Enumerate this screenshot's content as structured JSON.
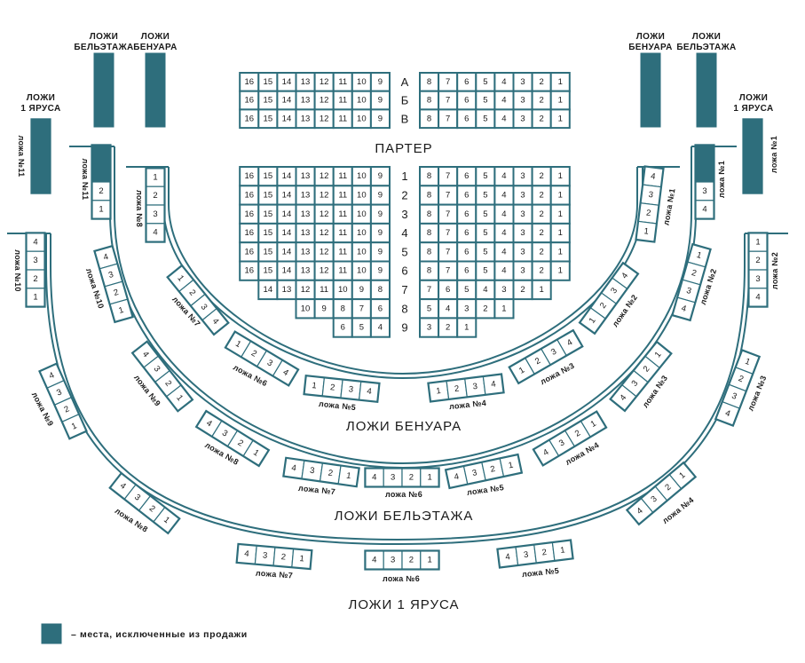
{
  "colors": {
    "accent": "#2e6e7c",
    "excluded": "#2e6e7c"
  },
  "headings": {
    "belletage_left": {
      "line1": "ЛОЖИ",
      "line2": "БЕЛЬЭТАЖА"
    },
    "benoir_left": {
      "line1": "ЛОЖИ",
      "line2": "БЕНУАРА"
    },
    "benoir_right": {
      "line1": "ЛОЖИ",
      "line2": "БЕНУАРА"
    },
    "belletage_right": {
      "line1": "ЛОЖИ",
      "line2": "БЕЛЬЭТАЖА"
    },
    "tier1_left": {
      "line1": "ЛОЖИ",
      "line2": "1 ЯРУСА"
    },
    "tier1_right": {
      "line1": "ЛОЖИ",
      "line2": "1 ЯРУСА"
    }
  },
  "sections": {
    "parter": "ПАРТЕР",
    "benoir": "ЛОЖИ БЕНУАРА",
    "belletage": "ЛОЖИ БЕЛЬЭТАЖА",
    "tier1": "ЛОЖИ 1 ЯРУСА"
  },
  "parter": {
    "front_rows": [
      {
        "label": "А",
        "left": [
          "16",
          "15",
          "14",
          "13",
          "12",
          "11",
          "10",
          "9"
        ],
        "right": [
          "8",
          "7",
          "6",
          "5",
          "4",
          "3",
          "2",
          "1"
        ]
      },
      {
        "label": "Б",
        "left": [
          "16",
          "15",
          "14",
          "13",
          "12",
          "11",
          "10",
          "9"
        ],
        "right": [
          "8",
          "7",
          "6",
          "5",
          "4",
          "3",
          "2",
          "1"
        ]
      },
      {
        "label": "В",
        "left": [
          "16",
          "15",
          "14",
          "13",
          "12",
          "11",
          "10",
          "9"
        ],
        "right": [
          "8",
          "7",
          "6",
          "5",
          "4",
          "3",
          "2",
          "1"
        ]
      }
    ],
    "rows": [
      {
        "label": "1",
        "left": [
          "16",
          "15",
          "14",
          "13",
          "12",
          "11",
          "10",
          "9"
        ],
        "right": [
          "8",
          "7",
          "6",
          "5",
          "4",
          "3",
          "2",
          "1"
        ]
      },
      {
        "label": "2",
        "left": [
          "16",
          "15",
          "14",
          "13",
          "12",
          "11",
          "10",
          "9"
        ],
        "right": [
          "8",
          "7",
          "6",
          "5",
          "4",
          "3",
          "2",
          "1"
        ]
      },
      {
        "label": "3",
        "left": [
          "16",
          "15",
          "14",
          "13",
          "12",
          "11",
          "10",
          "9"
        ],
        "right": [
          "8",
          "7",
          "6",
          "5",
          "4",
          "3",
          "2",
          "1"
        ]
      },
      {
        "label": "4",
        "left": [
          "16",
          "15",
          "14",
          "13",
          "12",
          "11",
          "10",
          "9"
        ],
        "right": [
          "8",
          "7",
          "6",
          "5",
          "4",
          "3",
          "2",
          "1"
        ]
      },
      {
        "label": "5",
        "left": [
          "16",
          "15",
          "14",
          "13",
          "12",
          "11",
          "10",
          "9"
        ],
        "right": [
          "8",
          "7",
          "6",
          "5",
          "4",
          "3",
          "2",
          "1"
        ]
      },
      {
        "label": "6",
        "left": [
          "16",
          "15",
          "14",
          "13",
          "12",
          "11",
          "10",
          "9"
        ],
        "right": [
          "8",
          "7",
          "6",
          "5",
          "4",
          "3",
          "2",
          "1"
        ]
      },
      {
        "label": "7",
        "left": [
          "14",
          "13",
          "12",
          "11",
          "10",
          "9",
          "8"
        ],
        "right": [
          "7",
          "6",
          "5",
          "4",
          "3",
          "2",
          "1"
        ]
      },
      {
        "label": "8",
        "left": [
          "10",
          "9",
          "8",
          "7",
          "6"
        ],
        "right": [
          "5",
          "4",
          "3",
          "2",
          "1"
        ]
      },
      {
        "label": "9",
        "left": [
          "6",
          "5",
          "4"
        ],
        "right": [
          "3",
          "2",
          "1"
        ]
      }
    ]
  },
  "boxes": {
    "benoir": [
      {
        "label": "ложа №8",
        "excluded": 0,
        "seats": [
          "1",
          "2",
          "3",
          "4"
        ]
      },
      {
        "label": "ложа №7",
        "excluded": 0,
        "seats": [
          "1",
          "2",
          "3",
          "4"
        ]
      },
      {
        "label": "ложа №6",
        "excluded": 0,
        "seats": [
          "1",
          "2",
          "3",
          "4"
        ]
      },
      {
        "label": "ложа №5",
        "excluded": 0,
        "seats": [
          "1",
          "2",
          "3",
          "4"
        ]
      },
      {
        "label": "ложа №4",
        "excluded": 0,
        "seats": [
          "1",
          "2",
          "3",
          "4"
        ]
      },
      {
        "label": "ложа №3",
        "excluded": 0,
        "seats": [
          "1",
          "2",
          "3",
          "4"
        ]
      },
      {
        "label": "ложа №2",
        "excluded": 0,
        "seats": [
          "1",
          "2",
          "3",
          "4"
        ]
      },
      {
        "label": "ложа №1",
        "excluded": 0,
        "seats": [
          "4",
          "3",
          "2",
          "1"
        ]
      }
    ],
    "belletage": [
      {
        "label": "ложа №11",
        "excluded": 2,
        "seats": [
          "2",
          "1"
        ]
      },
      {
        "label": "ложа №10",
        "excluded": 0,
        "seats": [
          "4",
          "3",
          "2",
          "1"
        ]
      },
      {
        "label": "ложа №9",
        "excluded": 0,
        "seats": [
          "4",
          "3",
          "2",
          "1"
        ]
      },
      {
        "label": "ложа №8",
        "excluded": 0,
        "seats": [
          "4",
          "3",
          "2",
          "1"
        ]
      },
      {
        "label": "ложа №7",
        "excluded": 0,
        "seats": [
          "4",
          "3",
          "2",
          "1"
        ]
      },
      {
        "label": "ложа №6",
        "excluded": 0,
        "seats": [
          "4",
          "3",
          "2",
          "1"
        ]
      },
      {
        "label": "ложа №5",
        "excluded": 0,
        "seats": [
          "4",
          "3",
          "2",
          "1"
        ]
      },
      {
        "label": "ложа №4",
        "excluded": 0,
        "seats": [
          "4",
          "3",
          "2",
          "1"
        ]
      },
      {
        "label": "ложа №3",
        "excluded": 0,
        "seats": [
          "4",
          "3",
          "2",
          "1"
        ]
      },
      {
        "label": "ложа №2",
        "excluded": 0,
        "seats": [
          "1",
          "2",
          "3",
          "4"
        ]
      },
      {
        "label": "ложа №1",
        "excluded": 2,
        "seats": [
          "3",
          "4"
        ]
      }
    ],
    "tier1": [
      {
        "label": "ложа №11",
        "excluded": 4,
        "seats": []
      },
      {
        "label": "ложа №10",
        "excluded": 0,
        "seats": [
          "4",
          "3",
          "2",
          "1"
        ]
      },
      {
        "label": "ложа №9",
        "excluded": 0,
        "seats": [
          "4",
          "3",
          "2",
          "1"
        ]
      },
      {
        "label": "ложа №8",
        "excluded": 0,
        "seats": [
          "4",
          "3",
          "2",
          "1"
        ]
      },
      {
        "label": "ложа №7",
        "excluded": 0,
        "seats": [
          "4",
          "3",
          "2",
          "1"
        ]
      },
      {
        "label": "ложа №6",
        "excluded": 0,
        "seats": [
          "4",
          "3",
          "2",
          "1"
        ]
      },
      {
        "label": "ложа №5",
        "excluded": 0,
        "seats": [
          "4",
          "3",
          "2",
          "1"
        ]
      },
      {
        "label": "ложа №4",
        "excluded": 0,
        "seats": [
          "4",
          "3",
          "2",
          "1"
        ]
      },
      {
        "label": "ложа №3",
        "excluded": 0,
        "seats": [
          "1",
          "2",
          "3",
          "4"
        ]
      },
      {
        "label": "ложа №2",
        "excluded": 0,
        "seats": [
          "1",
          "2",
          "3",
          "4"
        ]
      },
      {
        "label": "ложа №1",
        "excluded": 4,
        "seats": []
      }
    ]
  },
  "legend": {
    "text": "– места, исключенные из продажи"
  }
}
